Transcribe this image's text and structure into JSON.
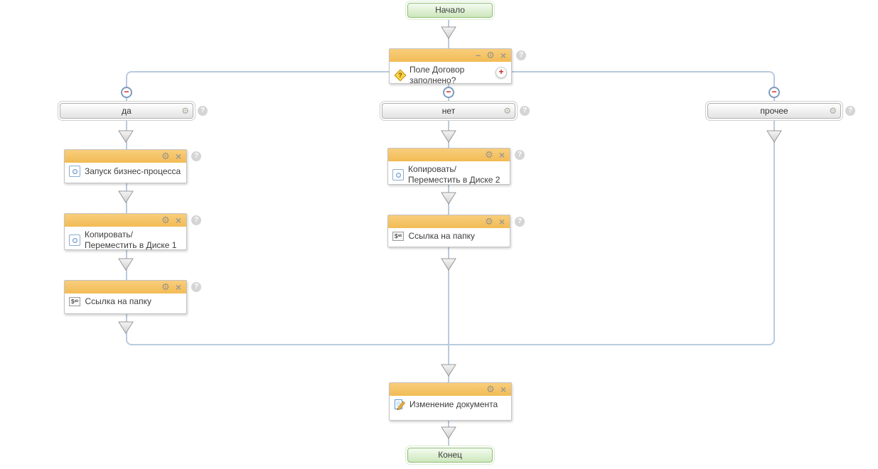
{
  "flow": {
    "start_label": "Начало",
    "end_label": "Конец",
    "condition_label": "Поле Договор заполнено?",
    "final_label": "Изменение документа",
    "branches": [
      {
        "label": "да",
        "activities": [
          "Запуск бизнес-процесса",
          "Копировать/Переместить в Диске 1",
          "Ссылка на папку"
        ]
      },
      {
        "label": "нет",
        "activities": [
          "Копировать/Переместить в Диске 2",
          "Ссылка на папку"
        ]
      },
      {
        "label": "прочее",
        "activities": []
      }
    ]
  },
  "icons": {
    "gear": "⚙",
    "close": "×",
    "minimize": "–",
    "collapse": "−",
    "help": "?",
    "add": "+",
    "condition_mark": "?",
    "variable": "$ᵃᵇ"
  },
  "colors": {
    "block_header": "#F5C364",
    "block_border": "#C3C3C3",
    "connector_line": "#B9CBDE",
    "terminal_fill": "#DDF0CF",
    "terminal_border": "#8FBD77",
    "collapse_red": "#CC1111",
    "help_gray": "#D5D5D5"
  }
}
